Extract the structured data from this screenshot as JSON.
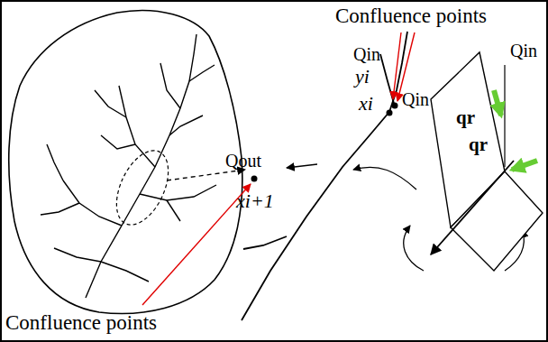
{
  "diagram": {
    "labels": [
      "Confluence points",
      "Qin",
      "yi",
      "xi",
      "Qin",
      "Qout",
      "xi+1",
      "Confluence points",
      "Qin",
      "qr",
      "qr"
    ]
  }
}
